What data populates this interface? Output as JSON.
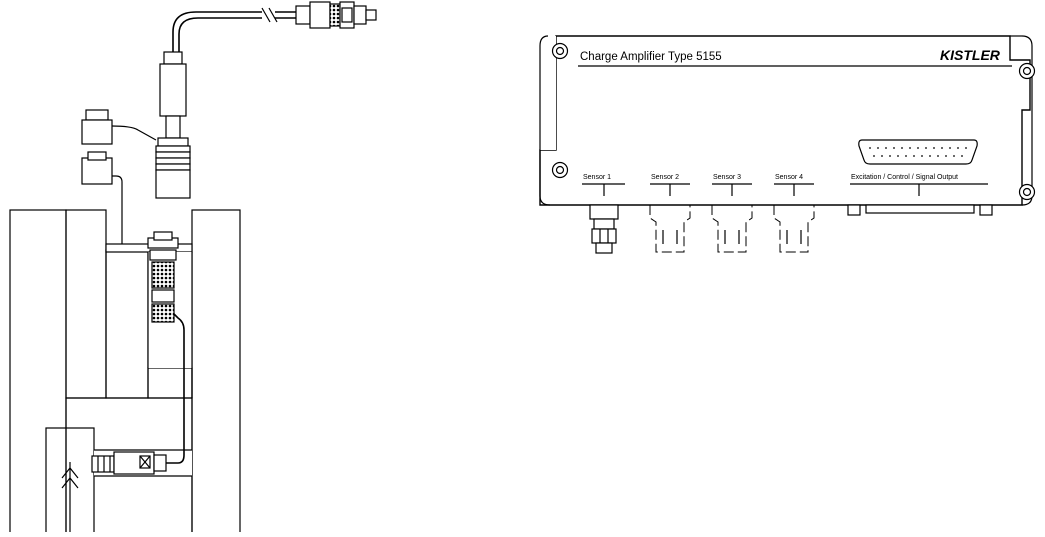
{
  "amplifier": {
    "title": "Charge Amplifier Type 5155",
    "brand": "KISTLER",
    "sensor_labels": [
      "Sensor 1",
      "Sensor 2",
      "Sensor 3",
      "Sensor 4"
    ],
    "output_label": "Excitation / Control / Signal Output"
  },
  "colors": {
    "line": "#000000",
    "background": "#ffffff"
  },
  "icons": [
    "bnc-connector",
    "hatched-mold-section",
    "flow-arrow",
    "d-sub-connector"
  ]
}
